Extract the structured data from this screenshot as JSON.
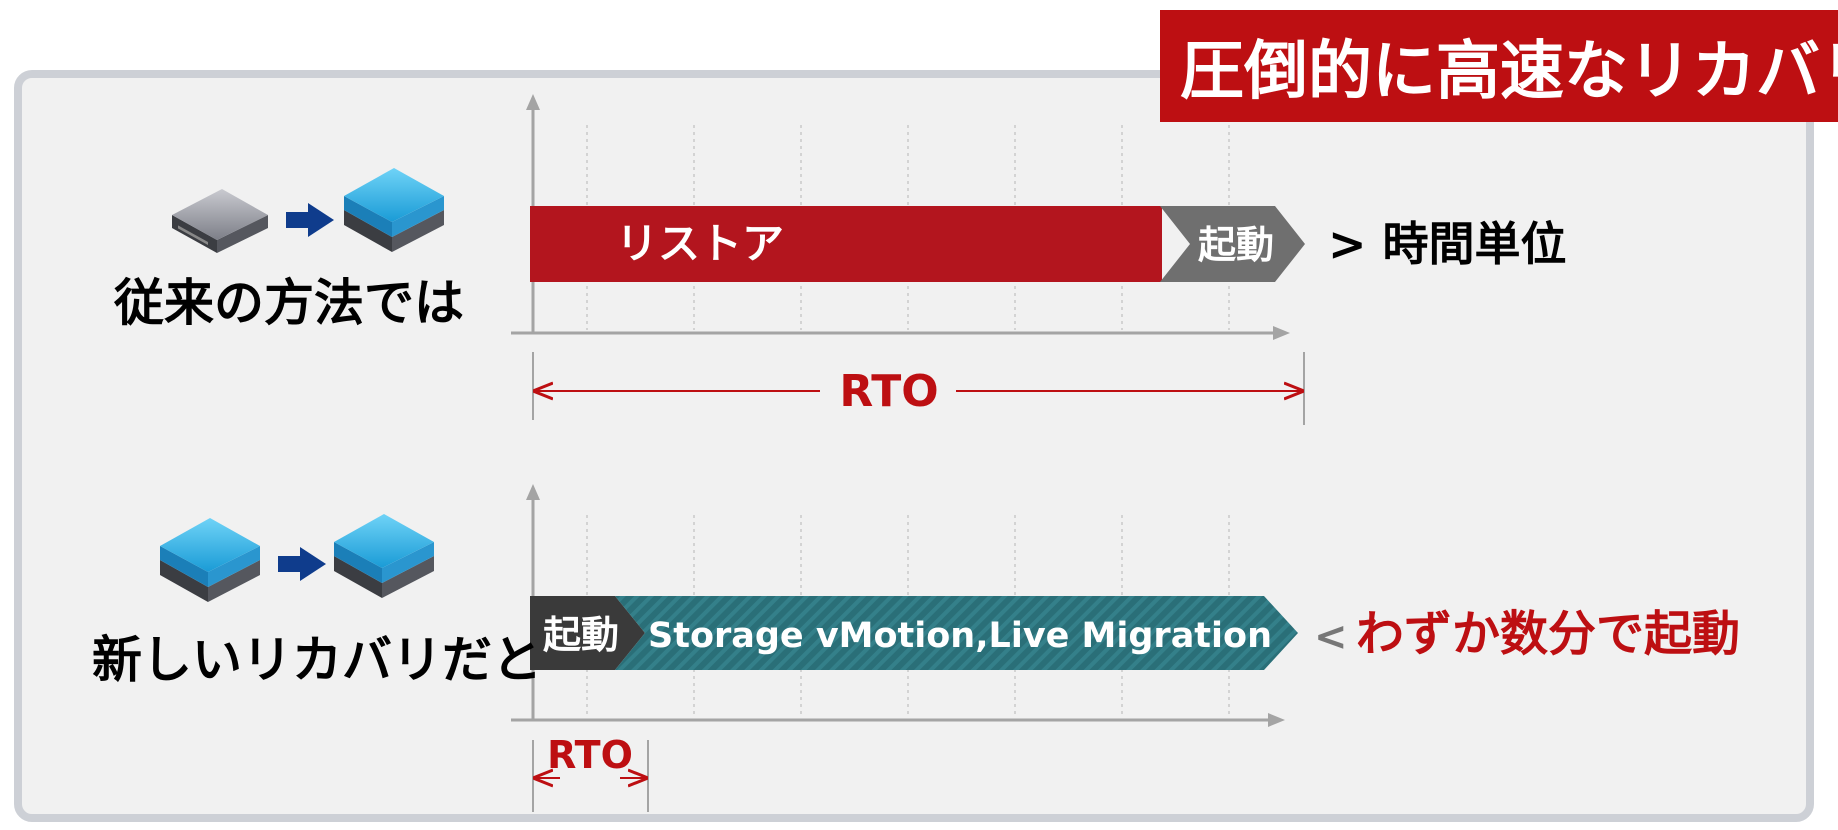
{
  "title": "圧倒的に高速なリカバリ",
  "colors": {
    "accent_red": "#bd0f12",
    "bar_red": "#b3151e",
    "boot_gray": "#6f6f6f",
    "teal": "#2a6f78",
    "dark": "#3a3a3a",
    "panel_bg": "#f1f1f1",
    "panel_border": "#cdd0d6"
  },
  "traditional": {
    "label": "従来の方法では",
    "restore_label": "リストア",
    "boot_label": "起動",
    "result": "> 時間単位",
    "rto_label": "RTO",
    "icons": [
      "server-gray-icon",
      "arrow-right-icon",
      "server-blue-icon"
    ]
  },
  "new_recovery": {
    "label": "新しいリカバリだと",
    "boot_label": "起動",
    "migration_label": "Storage vMotion,Live Migration",
    "result_symbol": "<",
    "result": "わずか数分で起動",
    "rto_label": "RTO",
    "icons": [
      "server-blue-icon",
      "arrow-right-icon",
      "server-blue-icon"
    ]
  }
}
